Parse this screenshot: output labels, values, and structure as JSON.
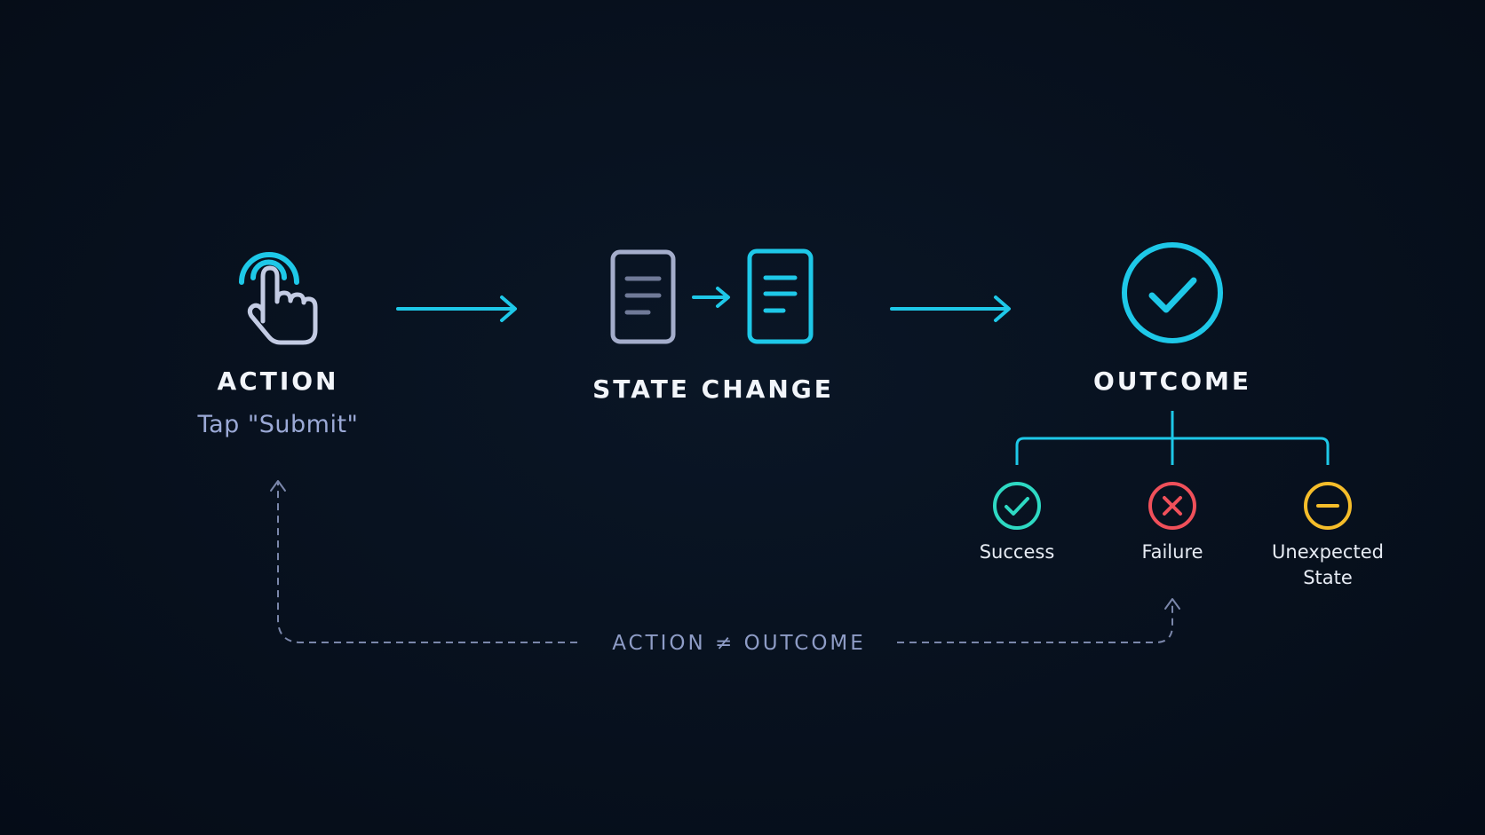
{
  "stages": {
    "action": {
      "title": "ACTION",
      "subtitle": "Tap \"Submit\"",
      "icon": "tap-gesture-icon"
    },
    "state_change": {
      "title": "STATE CHANGE",
      "icon": "document-transition-icon"
    },
    "outcome": {
      "title": "OUTCOME",
      "icon": "check-circle-icon"
    }
  },
  "outcomes": [
    {
      "label": "Success",
      "icon": "success-check-icon",
      "color": "#2ed9c3"
    },
    {
      "label": "Failure",
      "icon": "failure-x-icon",
      "color": "#f0505a"
    },
    {
      "label": "Unexpected\nState",
      "icon": "unexpected-minus-icon",
      "color": "#f5bd2a"
    }
  ],
  "feedback_loop": {
    "label": "ACTION ≠ OUTCOME"
  },
  "colors": {
    "background": "#07101d",
    "accent": "#1ec8e8",
    "text": "#f2f5fa",
    "muted": "#8e9cc6",
    "icon_outline": "#c3cbe3"
  }
}
